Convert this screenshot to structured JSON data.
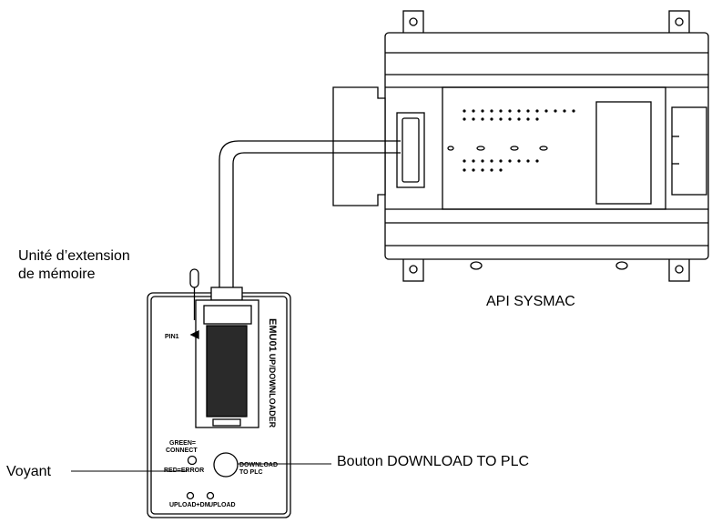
{
  "labels": {
    "memory_unit": [
      "Unité d’extension",
      "de mémoire"
    ],
    "plc": "API SYSMAC",
    "indicator": "Voyant",
    "download_button": "Bouton DOWNLOAD TO PLC"
  },
  "device": {
    "model": "EMU01",
    "model_suffix": "UP/DOWNLOADER",
    "pin1": "PIN1",
    "led_green_line1": "GREEN=",
    "led_green_line2": "CONNECT",
    "led_red": "RED=ERROR",
    "download_line1": "DOWNLOAD",
    "download_line2": "TO PLC",
    "upload_dm": "UPLOAD+DM",
    "upload": "UPLOAD"
  },
  "colors": {
    "line": "#000000",
    "fill": "#ffffff",
    "chip": "#2a2a2a"
  }
}
